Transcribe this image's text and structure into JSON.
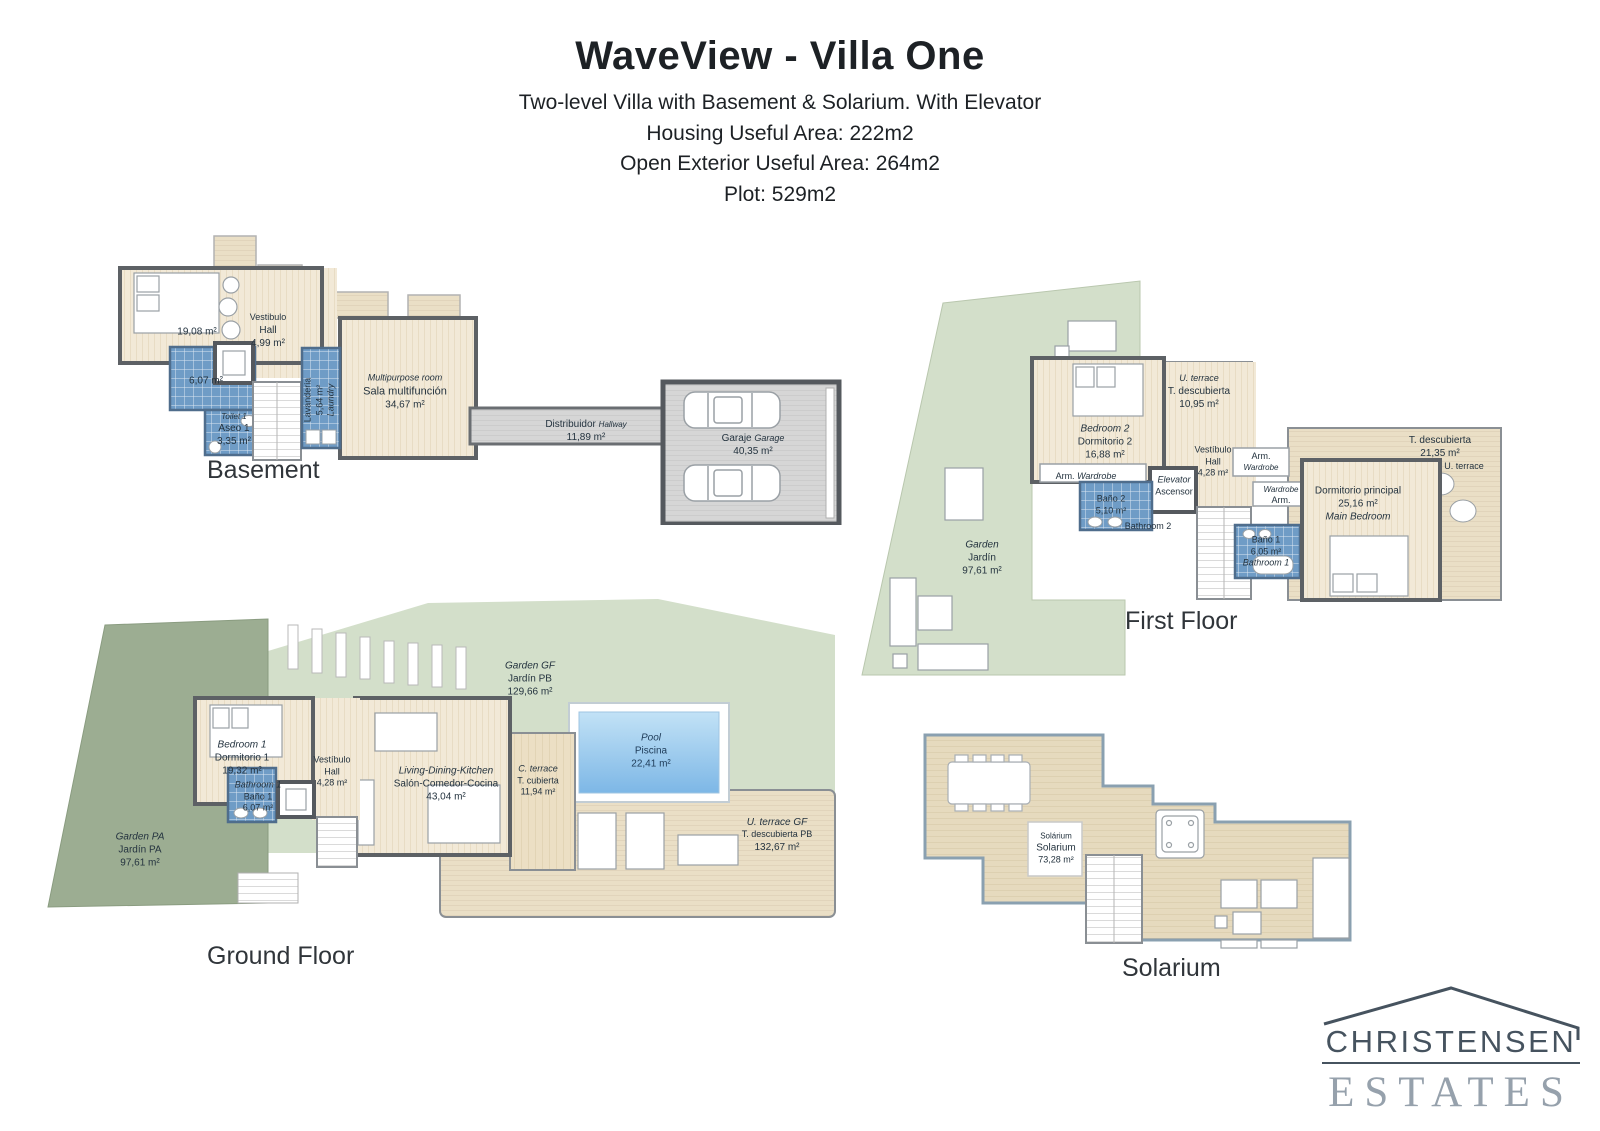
{
  "header": {
    "title": "WaveView - Villa One",
    "line1": "Two-level Villa with Basement & Solarium. With Elevator",
    "line2": "Housing Useful Area:  222m2",
    "line3": "Open Exterior Useful Area: 264m2",
    "line4": "Plot: 529m2"
  },
  "basement": {
    "caption": "Basement",
    "bedroom_area": "19,08 m²",
    "hall": {
      "es": "Vestibulo",
      "en": "Hall",
      "area": "4,99 m²"
    },
    "store_area": "6,07 m²",
    "toilet": {
      "en": "Toilet 1",
      "es": "Aseo 1",
      "area": "3,35 m²"
    },
    "laundry": {
      "es": "Lavanderia",
      "area": "5,64 m²",
      "en": "Laundry"
    },
    "multipurpose": {
      "en": "Multipurpose room",
      "es": "Sala multifunción",
      "area": "34,67 m²"
    },
    "hallway": {
      "es": "Distribuidor",
      "en": "Hallway",
      "area": "11,89 m²"
    },
    "garage": {
      "es": "Garaje",
      "en": "Garage",
      "area": "40,35 m²"
    }
  },
  "ground_floor": {
    "caption": "Ground Floor",
    "garden_pa": {
      "en": "Garden PA",
      "es": "Jardín PA",
      "area": "97,61 m²"
    },
    "garden_gf": {
      "en": "Garden GF",
      "es": "Jardín PB",
      "area": "129,66 m²"
    },
    "bedroom1": {
      "en": "Bedroom 1",
      "es": "Dormitorio 1",
      "area": "19,32 m²"
    },
    "bathroom1": {
      "en": "Bathroom 1",
      "es": "Baño 1",
      "area": "6,07 m²"
    },
    "hall": {
      "es": "Vestíbulo",
      "en": "Hall",
      "area": "4,28 m²"
    },
    "living": {
      "en": "Living-Dining-Kitchen",
      "es": "Salón-Comedor-Cocina",
      "area": "43,04 m²"
    },
    "c_terrace": {
      "en": "C. terrace",
      "es": "T. cubierta",
      "area": "11,94 m²"
    },
    "pool": {
      "en": "Pool",
      "es": "Piscina",
      "area": "22,41 m²"
    },
    "u_terrace": {
      "en": "U. terrace GF",
      "es": "T. descubierta PB",
      "area": "132,67 m²"
    }
  },
  "first_floor": {
    "caption": "First Floor",
    "garden": {
      "en": "Garden",
      "es": "Jardín",
      "area": "97,61 m²"
    },
    "u_terrace_small": {
      "en": "U. terrace",
      "es": "T. descubierta",
      "area": "10,95 m²"
    },
    "bedroom2": {
      "en": "Bedroom 2",
      "es": "Dormitorio 2",
      "area": "16,88 m²"
    },
    "wardrobe_bed2": {
      "es": "Arm.",
      "en": "Wardrobe"
    },
    "elevator": {
      "en": "Elevator",
      "es": "Ascensor"
    },
    "hall": {
      "es": "Vestíbulo",
      "en": "Hall",
      "area": "4,28 m²"
    },
    "wardrobe_hall": {
      "es": "Arm.",
      "en": "Wardrobe"
    },
    "bathroom2": {
      "es": "Baño 2",
      "area": "5,10 m²",
      "en": "Bathroom 2"
    },
    "wardrobe_main": {
      "en": "Wardrobe",
      "es": "Arm."
    },
    "bathroom1": {
      "es": "Baño 1",
      "area": "6,05 m²",
      "en": "Bathroom 1"
    },
    "main_bedroom": {
      "es": "Dormitorio principal",
      "area": "25,16 m²",
      "en": "Main Bedroom"
    },
    "u_terrace_large": {
      "es": "T. descubierta",
      "area": "21,35 m²",
      "en": "U. terrace"
    }
  },
  "solarium": {
    "caption": "Solarium",
    "label": {
      "es": "Solárium",
      "en": "Solarium",
      "area": "73,28 m²"
    }
  },
  "logo": {
    "line1": "CHRISTENSEN",
    "line2": "ESTATES"
  },
  "colors": {
    "wall": "#5d6165",
    "wood_floor": "#f2e9d7",
    "deck": "#eadfc6",
    "tile_blue": "#6f9cc6",
    "garden_light": "#d3dfca",
    "garden_dark": "#9cad92",
    "pool_blue": "#8fc3ec",
    "label_text": "#24333f",
    "logo_dark": "#46535f",
    "logo_light": "#96a1ac"
  }
}
